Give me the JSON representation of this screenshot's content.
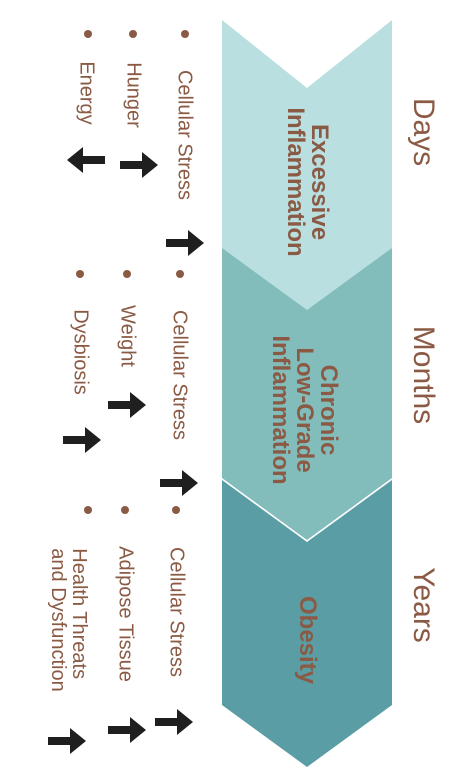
{
  "periods": [
    "Days",
    "Months",
    "Years"
  ],
  "stages": [
    {
      "label": "Excessive\nInflammation"
    },
    {
      "label": "Chronic\nLow-Grade\nInflammation"
    },
    {
      "label": "Obesity"
    }
  ],
  "factors": {
    "stage1": [
      {
        "text": "Cellular Stress",
        "direction": "up"
      },
      {
        "text": "Hunger",
        "direction": "up"
      },
      {
        "text": "Energy",
        "direction": "down"
      }
    ],
    "stage2": [
      {
        "text": "Cellular Stress",
        "direction": "up"
      },
      {
        "text": "Weight",
        "direction": "up"
      },
      {
        "text": "Dysbiosis",
        "direction": "up"
      }
    ],
    "stage3": [
      {
        "text": "Cellular Stress",
        "direction": "up"
      },
      {
        "text": "Adipose Tissue",
        "direction": "up"
      },
      {
        "text": "Health Threats\nand Dysfunction",
        "direction": "up"
      }
    ]
  },
  "colors": {
    "stage1": "#b9dfe0",
    "stage2": "#83bdbb",
    "stage3": "#5a9da4",
    "text": "#8a5a44",
    "arrow": "#1f1f1f"
  }
}
